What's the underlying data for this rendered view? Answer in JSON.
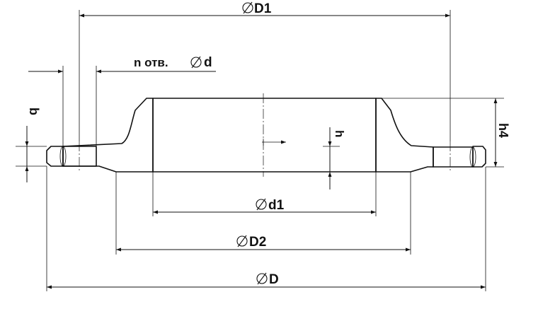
{
  "labels": {
    "D1": "D1",
    "holes": "n отв.",
    "d": "d",
    "b": "b",
    "h": "h",
    "h4": "h4",
    "d1": "d1",
    "D2": "D2",
    "D": "D"
  },
  "colors": {
    "line": "#111111",
    "bore_light": "#f2f2f2",
    "bore_dark": "#d4d4d4",
    "hole_light": "#f0f0f0",
    "hole_dark": "#cfcfcf",
    "background": "#ffffff"
  },
  "icons": {
    "diameter": "diameter-symbol-icon"
  }
}
